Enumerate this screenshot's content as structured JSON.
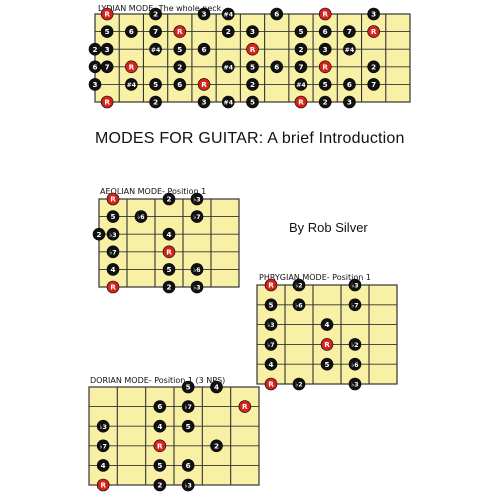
{
  "title": "MODES FOR GUITAR: A brief Introduction",
  "author": "By Rob Silver",
  "colors": {
    "fretboard": "#f8f0a4",
    "string": "#333333",
    "dot_black": "#111111",
    "dot_root": "#d4231d",
    "dot_text": "#ffffff"
  },
  "diagrams": [
    {
      "id": "lydian",
      "heading": "LYDIAN MODE- The whole neck",
      "frets": 13,
      "notes": [
        {
          "s": 1,
          "f": 1,
          "t": "R"
        },
        {
          "s": 1,
          "f": 3,
          "t": "2"
        },
        {
          "s": 1,
          "f": 5,
          "t": "3"
        },
        {
          "s": 1,
          "f": 6,
          "t": "#4"
        },
        {
          "s": 1,
          "f": 8,
          "t": "6"
        },
        {
          "s": 1,
          "f": 10,
          "t": "R"
        },
        {
          "s": 1,
          "f": 12,
          "t": "3"
        },
        {
          "s": 2,
          "f": 1,
          "t": "5"
        },
        {
          "s": 2,
          "f": 2,
          "t": "6"
        },
        {
          "s": 2,
          "f": 3,
          "t": "7"
        },
        {
          "s": 2,
          "f": 4,
          "t": "R"
        },
        {
          "s": 2,
          "f": 6,
          "t": "2"
        },
        {
          "s": 2,
          "f": 7,
          "t": "3"
        },
        {
          "s": 2,
          "f": 9,
          "t": "5"
        },
        {
          "s": 2,
          "f": 10,
          "t": "6"
        },
        {
          "s": 2,
          "f": 11,
          "t": "7"
        },
        {
          "s": 2,
          "f": 12,
          "t": "R"
        },
        {
          "s": 3,
          "f": 0,
          "t": "2"
        },
        {
          "s": 3,
          "f": 1,
          "t": "3"
        },
        {
          "s": 3,
          "f": 3,
          "t": "#4"
        },
        {
          "s": 3,
          "f": 4,
          "t": "5"
        },
        {
          "s": 3,
          "f": 5,
          "t": "6"
        },
        {
          "s": 3,
          "f": 7,
          "t": "R"
        },
        {
          "s": 3,
          "f": 9,
          "t": "2"
        },
        {
          "s": 3,
          "f": 10,
          "t": "3"
        },
        {
          "s": 3,
          "f": 11,
          "t": "#4"
        },
        {
          "s": 4,
          "f": 0,
          "t": "6"
        },
        {
          "s": 4,
          "f": 1,
          "t": "7"
        },
        {
          "s": 4,
          "f": 2,
          "t": "R"
        },
        {
          "s": 4,
          "f": 4,
          "t": "2"
        },
        {
          "s": 4,
          "f": 6,
          "t": "#4"
        },
        {
          "s": 4,
          "f": 7,
          "t": "5"
        },
        {
          "s": 4,
          "f": 8,
          "t": "6"
        },
        {
          "s": 4,
          "f": 9,
          "t": "7"
        },
        {
          "s": 4,
          "f": 10,
          "t": "R"
        },
        {
          "s": 4,
          "f": 12,
          "t": "2"
        },
        {
          "s": 5,
          "f": 0,
          "t": "3"
        },
        {
          "s": 5,
          "f": 2,
          "t": "#4"
        },
        {
          "s": 5,
          "f": 3,
          "t": "5"
        },
        {
          "s": 5,
          "f": 4,
          "t": "6"
        },
        {
          "s": 5,
          "f": 5,
          "t": "R"
        },
        {
          "s": 5,
          "f": 7,
          "t": "2"
        },
        {
          "s": 5,
          "f": 9,
          "t": "#4"
        },
        {
          "s": 5,
          "f": 10,
          "t": "5"
        },
        {
          "s": 5,
          "f": 11,
          "t": "6"
        },
        {
          "s": 5,
          "f": 12,
          "t": "7"
        },
        {
          "s": 6,
          "f": 1,
          "t": "R"
        },
        {
          "s": 6,
          "f": 3,
          "t": "2"
        },
        {
          "s": 6,
          "f": 5,
          "t": "3"
        },
        {
          "s": 6,
          "f": 6,
          "t": "#4"
        },
        {
          "s": 6,
          "f": 7,
          "t": "5"
        },
        {
          "s": 6,
          "f": 9,
          "t": "R"
        },
        {
          "s": 6,
          "f": 10,
          "t": "2"
        },
        {
          "s": 6,
          "f": 11,
          "t": "3"
        }
      ]
    },
    {
      "id": "aeolian",
      "heading": "AEOLIAN MODE- Position 1",
      "frets": 5,
      "notes": [
        {
          "s": 1,
          "f": 1,
          "t": "R"
        },
        {
          "s": 1,
          "f": 3,
          "t": "2"
        },
        {
          "s": 1,
          "f": 4,
          "t": "b3"
        },
        {
          "s": 2,
          "f": 1,
          "t": "5"
        },
        {
          "s": 2,
          "f": 2,
          "t": "b6"
        },
        {
          "s": 2,
          "f": 4,
          "t": "b7"
        },
        {
          "s": 3,
          "f": 0,
          "t": "2"
        },
        {
          "s": 3,
          "f": 1,
          "t": "b3"
        },
        {
          "s": 3,
          "f": 3,
          "t": "4"
        },
        {
          "s": 4,
          "f": 1,
          "t": "b7"
        },
        {
          "s": 4,
          "f": 3,
          "t": "R"
        },
        {
          "s": 5,
          "f": 1,
          "t": "4"
        },
        {
          "s": 5,
          "f": 3,
          "t": "5"
        },
        {
          "s": 5,
          "f": 4,
          "t": "b6"
        },
        {
          "s": 6,
          "f": 1,
          "t": "R"
        },
        {
          "s": 6,
          "f": 3,
          "t": "2"
        },
        {
          "s": 6,
          "f": 4,
          "t": "b3"
        }
      ]
    },
    {
      "id": "phrygian",
      "heading": "PHRYGIAN MODE- Position 1",
      "frets": 5,
      "notes": [
        {
          "s": 1,
          "f": 1,
          "t": "R"
        },
        {
          "s": 1,
          "f": 2,
          "t": "b2"
        },
        {
          "s": 1,
          "f": 4,
          "t": "b3"
        },
        {
          "s": 2,
          "f": 1,
          "t": "5"
        },
        {
          "s": 2,
          "f": 2,
          "t": "b6"
        },
        {
          "s": 2,
          "f": 4,
          "t": "b7"
        },
        {
          "s": 3,
          "f": 1,
          "t": "b3"
        },
        {
          "s": 3,
          "f": 3,
          "t": "4"
        },
        {
          "s": 4,
          "f": 1,
          "t": "b7"
        },
        {
          "s": 4,
          "f": 3,
          "t": "R"
        },
        {
          "s": 4,
          "f": 4,
          "t": "b2"
        },
        {
          "s": 5,
          "f": 1,
          "t": "4"
        },
        {
          "s": 5,
          "f": 3,
          "t": "5"
        },
        {
          "s": 5,
          "f": 4,
          "t": "b6"
        },
        {
          "s": 6,
          "f": 1,
          "t": "R"
        },
        {
          "s": 6,
          "f": 2,
          "t": "b2"
        },
        {
          "s": 6,
          "f": 4,
          "t": "b3"
        }
      ]
    },
    {
      "id": "dorian",
      "heading": "DORIAN MODE- Position 1 (3 NPS)",
      "frets": 6,
      "notes": [
        {
          "s": 1,
          "f": 4,
          "t": "5"
        },
        {
          "s": 1,
          "f": 5,
          "t": "4"
        },
        {
          "s": 2,
          "f": 3,
          "t": "6"
        },
        {
          "s": 2,
          "f": 4,
          "t": "b7"
        },
        {
          "s": 2,
          "f": 6,
          "t": "R"
        },
        {
          "s": 3,
          "f": 1,
          "t": "b3"
        },
        {
          "s": 3,
          "f": 3,
          "t": "4"
        },
        {
          "s": 3,
          "f": 4,
          "t": "5"
        },
        {
          "s": 4,
          "f": 1,
          "t": "b7"
        },
        {
          "s": 4,
          "f": 3,
          "t": "R"
        },
        {
          "s": 4,
          "f": 5,
          "t": "2"
        },
        {
          "s": 5,
          "f": 1,
          "t": "4"
        },
        {
          "s": 5,
          "f": 3,
          "t": "5"
        },
        {
          "s": 5,
          "f": 4,
          "t": "6"
        },
        {
          "s": 6,
          "f": 1,
          "t": "R"
        },
        {
          "s": 6,
          "f": 3,
          "t": "2"
        },
        {
          "s": 6,
          "f": 4,
          "t": "b3"
        }
      ]
    }
  ]
}
